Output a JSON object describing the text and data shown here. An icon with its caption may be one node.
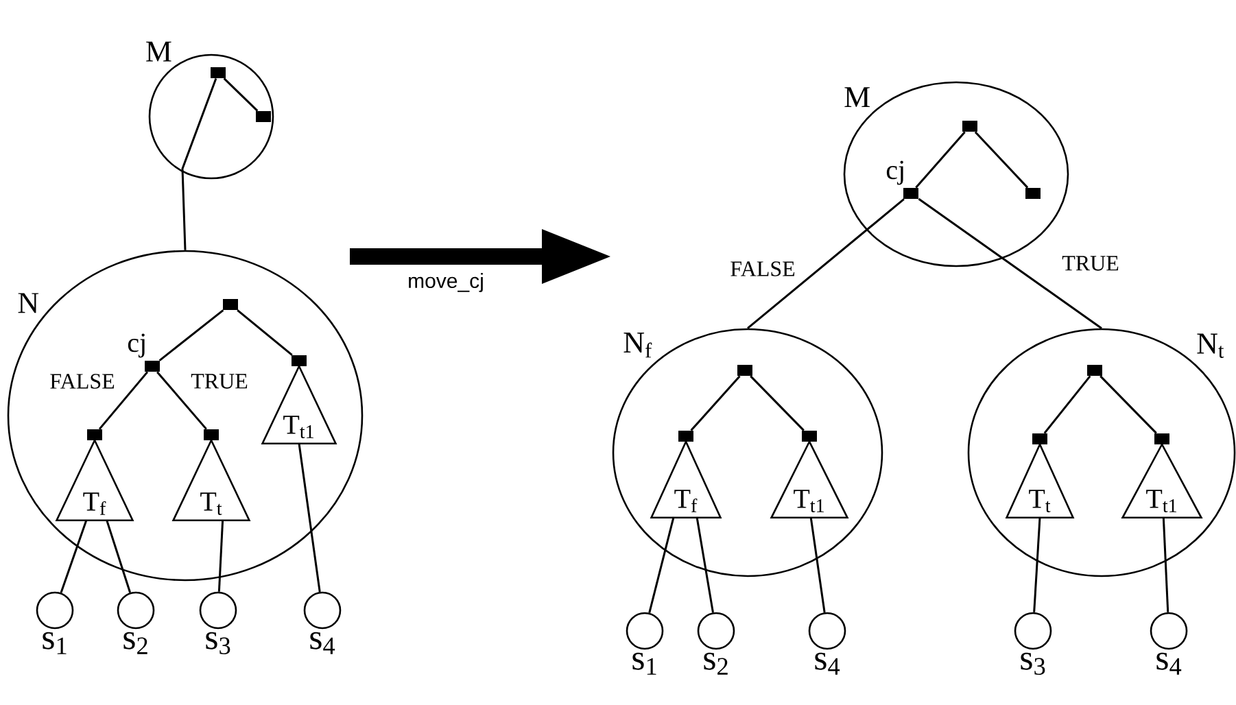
{
  "diagram": {
    "nodes": [
      {
        "text": [
          "M"
        ]
      },
      {
        "text": [],
        "shape": "box",
        "in": 0
      },
      {
        "text": [],
        "shape": "box",
        "in": 0
      },
      {
        "text": [
          "N"
        ]
      },
      {
        "text": [],
        "shape": "box",
        "in": 3
      },
      {
        "text": [],
        "shape": "box",
        "in": 3,
        "beside": [
          "cj"
        ]
      },
      {
        "text": [],
        "shape": "box",
        "in": 3
      },
      {
        "text": [],
        "shape": "box",
        "in": 3
      },
      {
        "text": [],
        "shape": "box",
        "in": 3
      },
      {
        "text": [
          "T$_{t1}$"
        ],
        "in": 3
      },
      {
        "text": [
          "T$_{f}$"
        ],
        "in": 3
      },
      {
        "text": [
          "T$_{t}$"
        ],
        "in": 3
      },
      {
        "text": [],
        "shape": "circle",
        "beside": [
          "s$_{1}$"
        ]
      },
      {
        "text": [],
        "shape": "circle",
        "beside": [
          "s$_{2}$"
        ]
      },
      {
        "text": [],
        "shape": "circle",
        "beside": [
          "s$_{3}$"
        ]
      },
      {
        "text": [],
        "shape": "circle",
        "beside": [
          "s$_{4}$"
        ]
      },
      {
        "text": [
          "M"
        ]
      },
      {
        "text": [],
        "shape": "box",
        "in": 16
      },
      {
        "text": [],
        "shape": "box",
        "in": 16,
        "beside": [
          "cj"
        ]
      },
      {
        "text": [],
        "shape": "box",
        "in": 16
      },
      {
        "text": [
          "N$_{f}$"
        ]
      },
      {
        "text": [],
        "shape": "box",
        "in": 20
      },
      {
        "text": [],
        "shape": "box",
        "in": 20
      },
      {
        "text": [],
        "shape": "box",
        "in": 20
      },
      {
        "text": [
          "T$_{f}$"
        ],
        "in": 20
      },
      {
        "text": [
          "T$_{t1}$"
        ],
        "in": 20
      },
      {
        "text": [
          "N$_{t}$"
        ]
      },
      {
        "text": [],
        "shape": "box",
        "in": 26
      },
      {
        "text": [],
        "shape": "box",
        "in": 26
      },
      {
        "text": [],
        "shape": "box",
        "in": 26
      },
      {
        "text": [
          "T$_{t}$"
        ],
        "in": 26
      },
      {
        "text": [
          "T$_{t1}$"
        ],
        "in": 26
      },
      {
        "text": [],
        "shape": "circle",
        "beside": [
          "s$_{1}$"
        ]
      },
      {
        "text": [],
        "shape": "circle",
        "beside": [
          "s$_{2}$"
        ]
      },
      {
        "text": [],
        "shape": "circle",
        "beside": [
          "s$_{4}$"
        ]
      },
      {
        "text": [],
        "shape": "circle",
        "beside": [
          "s$_{3}$"
        ]
      },
      {
        "text": [],
        "shape": "circle",
        "beside": [
          "s$_{4}$"
        ]
      }
    ],
    "edges": [
      {
        "from": 1,
        "to": 3,
        "arrow": "none"
      },
      {
        "from": 1,
        "to": 2,
        "arrow": "none"
      },
      {
        "from": 4,
        "to": 5,
        "arrow": "none"
      },
      {
        "from": 4,
        "to": 6,
        "arrow": "none"
      },
      {
        "from": 5,
        "to": 7,
        "arrow": "none",
        "label": "FALSE"
      },
      {
        "from": 5,
        "to": 8,
        "arrow": "none",
        "label": "TRUE"
      },
      {
        "from": 10,
        "to": 12,
        "arrow": "none"
      },
      {
        "from": 10,
        "to": 13,
        "arrow": "none"
      },
      {
        "from": 11,
        "to": 14,
        "arrow": "none"
      },
      {
        "from": 9,
        "to": 15,
        "arrow": "none"
      },
      {
        "from": 17,
        "to": 18,
        "arrow": "none"
      },
      {
        "from": 17,
        "to": 19,
        "arrow": "none"
      },
      {
        "from": 18,
        "to": 20,
        "arrow": "none",
        "label": "FALSE"
      },
      {
        "from": 18,
        "to": 26,
        "arrow": "none",
        "label": "TRUE"
      },
      {
        "from": 21,
        "to": 22,
        "arrow": "none"
      },
      {
        "from": 21,
        "to": 23,
        "arrow": "none"
      },
      {
        "from": 27,
        "to": 28,
        "arrow": "none"
      },
      {
        "from": 27,
        "to": 29,
        "arrow": "none"
      },
      {
        "from": 24,
        "to": 32,
        "arrow": "none"
      },
      {
        "from": 24,
        "to": 33,
        "arrow": "none"
      },
      {
        "from": 25,
        "to": 34,
        "arrow": "none"
      },
      {
        "from": 30,
        "to": 35,
        "arrow": "none"
      },
      {
        "from": 31,
        "to": 36,
        "arrow": "none"
      }
    ],
    "labels": [
      "move_cj"
    ]
  }
}
